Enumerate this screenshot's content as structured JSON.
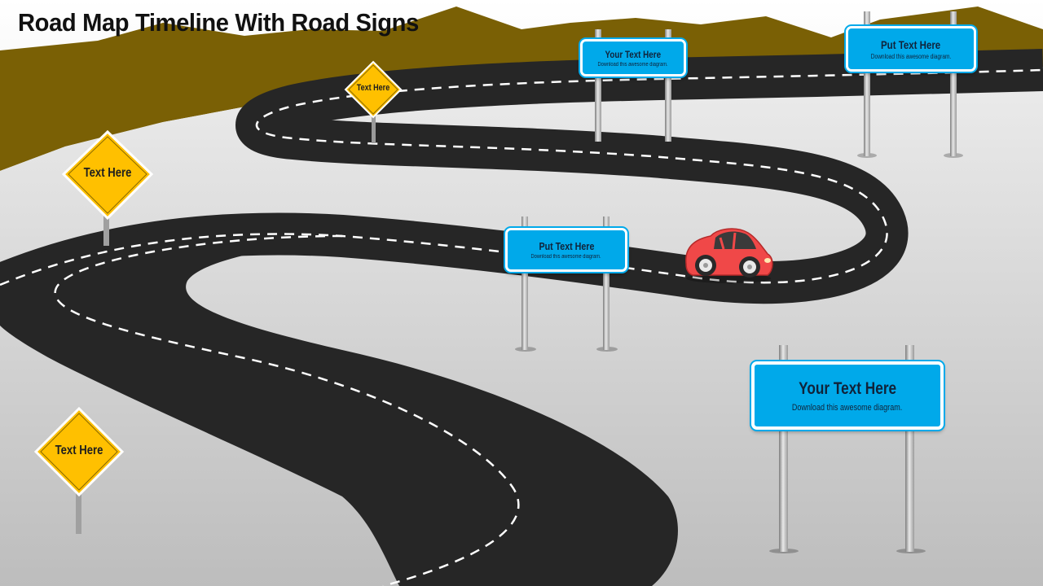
{
  "title": "Road Map Timeline With Road Signs",
  "colors": {
    "sky": "#dfe4e8",
    "mountains": "#7a6005",
    "road": "#262626",
    "lane_marking": "#ffffff",
    "board_fill": "#00a9ea",
    "diamond_fill": "#ffc000",
    "car_body": "#f04848"
  },
  "blue_signs": [
    {
      "title": "Your Text Here",
      "subtitle": "Download this awesome diagram."
    },
    {
      "title": "Put Text Here",
      "subtitle": "Download  this awesome diagram."
    },
    {
      "title": "Put Text Here",
      "subtitle": "Download this awesome diagram."
    },
    {
      "title": "Your Text Here",
      "subtitle": "Download this awesome diagram."
    }
  ],
  "diamond_signs": [
    {
      "label": "Text Here"
    },
    {
      "label": "Text Here"
    },
    {
      "label": "Text Here"
    }
  ]
}
